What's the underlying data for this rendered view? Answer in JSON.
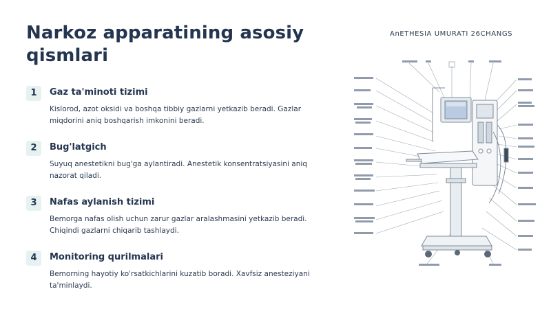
{
  "slide": {
    "title": "Narkoz apparatining asosiy qismlari",
    "items": [
      {
        "number": "1",
        "title": "Gaz ta'minoti tizimi",
        "description": "Kislorod, azot oksidi va boshqa tibbiy gazlarni yetkazib beradi. Gazlar miqdorini aniq boshqarish imkonini beradi."
      },
      {
        "number": "2",
        "title": "Bug'latgich",
        "description": "Suyuq anestetikni bug'ga aylantiradi. Anestetik konsentratsiyasini aniq nazorat qiladi."
      },
      {
        "number": "3",
        "title": "Nafas aylanish tizimi",
        "description": "Bemorga nafas olish uchun zarur gazlar aralashmasini yetkazib beradi. Chiqindi gazlarni chiqarib tashlaydi."
      },
      {
        "number": "4",
        "title": "Monitoring qurilmalari",
        "description": "Bemorning hayotiy ko'rsatkichlarini kuzatib boradi. Xavfsiz anesteziyani ta'minlaydi."
      }
    ]
  },
  "figure": {
    "title": "AnETHESIA UMURATI 26CHANGS"
  }
}
